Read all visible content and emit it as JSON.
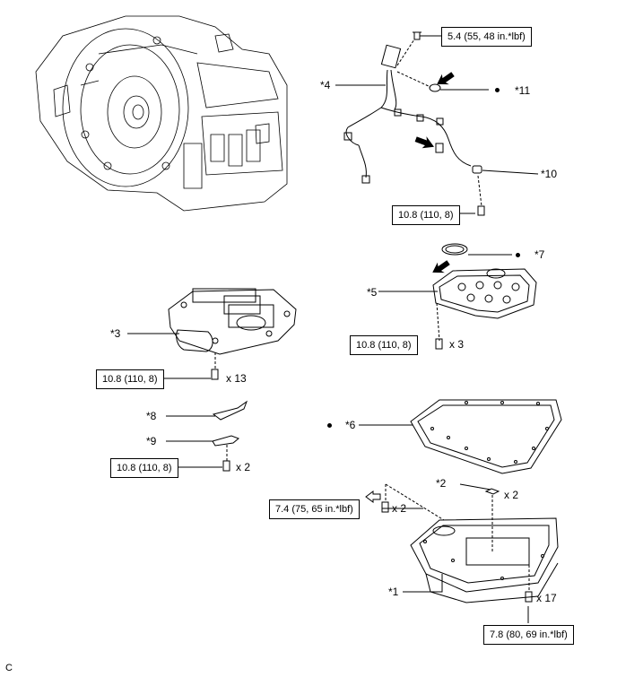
{
  "parts": {
    "p1": "*1",
    "p2": "*2",
    "p3": "*3",
    "p4": "*4",
    "p5": "*5",
    "p6": "*6",
    "p7": "*7",
    "p8": "*8",
    "p9": "*9",
    "p10": "*10",
    "p11": "*11"
  },
  "torques": {
    "wire_bolt": "5.4 (55, 48 in.*lbf)",
    "clamp_bolt": "10.8 (110, 8)",
    "strainer_bolt": "10.8 (110, 8)",
    "valve_body_bolt": "10.8 (110, 8)",
    "bracket_bolt": "10.8 (110, 8)",
    "pan_bolt_special": "7.4 (75, 65 in.*lbf)",
    "pan_bolt": "7.8 (80, 69 in.*lbf)"
  },
  "quantities": {
    "strainer_bolts": "x 3",
    "valve_body_bolts": "x 13",
    "bracket_bolts": "x 2",
    "magnets": "x 2",
    "pan_bolts_special": "x 2",
    "pan_bolts": "x 17"
  },
  "footer_code": "C"
}
